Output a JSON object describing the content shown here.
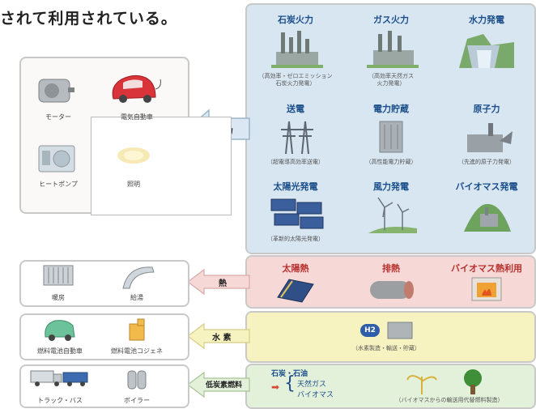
{
  "heading": "されて利用されている。",
  "electricity": {
    "arrow_label": "電力",
    "sources": [
      {
        "title": "石炭火力",
        "caption": "（高効率・ゼロエミッション\n石炭火力発電）"
      },
      {
        "title": "ガス火力",
        "caption": "（高効率天然ガス\n火力発電）"
      },
      {
        "title": "水力発電",
        "caption": ""
      },
      {
        "title": "送電",
        "caption": "（超電導高効率送電）"
      },
      {
        "title": "電力貯蔵",
        "caption": "（高性能電力貯蔵）"
      },
      {
        "title": "原子力",
        "caption": "（先進的原子力発電）"
      },
      {
        "title": "太陽光発電",
        "caption": "（革新的太陽光発電）"
      },
      {
        "title": "風力発電",
        "caption": ""
      },
      {
        "title": "バイオマス発電",
        "caption": ""
      }
    ],
    "uses": [
      "モーター",
      "電気自動車",
      "ヒートポンプ",
      "照明"
    ]
  },
  "heat": {
    "arrow_label": "熱",
    "sources": [
      "太陽熱",
      "排熱",
      "バイオマス熱利用"
    ],
    "uses": [
      "暖房",
      "給湯"
    ]
  },
  "hydrogen": {
    "arrow_label": "水 素",
    "badge": "H2",
    "caption": "（水素製造・輸送・貯蔵）",
    "uses": [
      "燃料電池自動車",
      "燃料電池コジェネ"
    ]
  },
  "fuel": {
    "arrow_label": "低炭素燃料",
    "source_title": "石炭・石油",
    "items": [
      "天然ガス",
      "バイオマス"
    ],
    "caption": "（バイオマスからの輸送用代替燃料製造）",
    "uses": [
      "トラック・バス",
      "ボイラー"
    ]
  },
  "colors": {
    "electricity_bg": "#d8e6f2",
    "heat_bg": "#f6d8d6",
    "hydrogen_bg": "#f7f3c0",
    "fuel_bg": "#e4f1da",
    "title": "#1a4e8a"
  }
}
